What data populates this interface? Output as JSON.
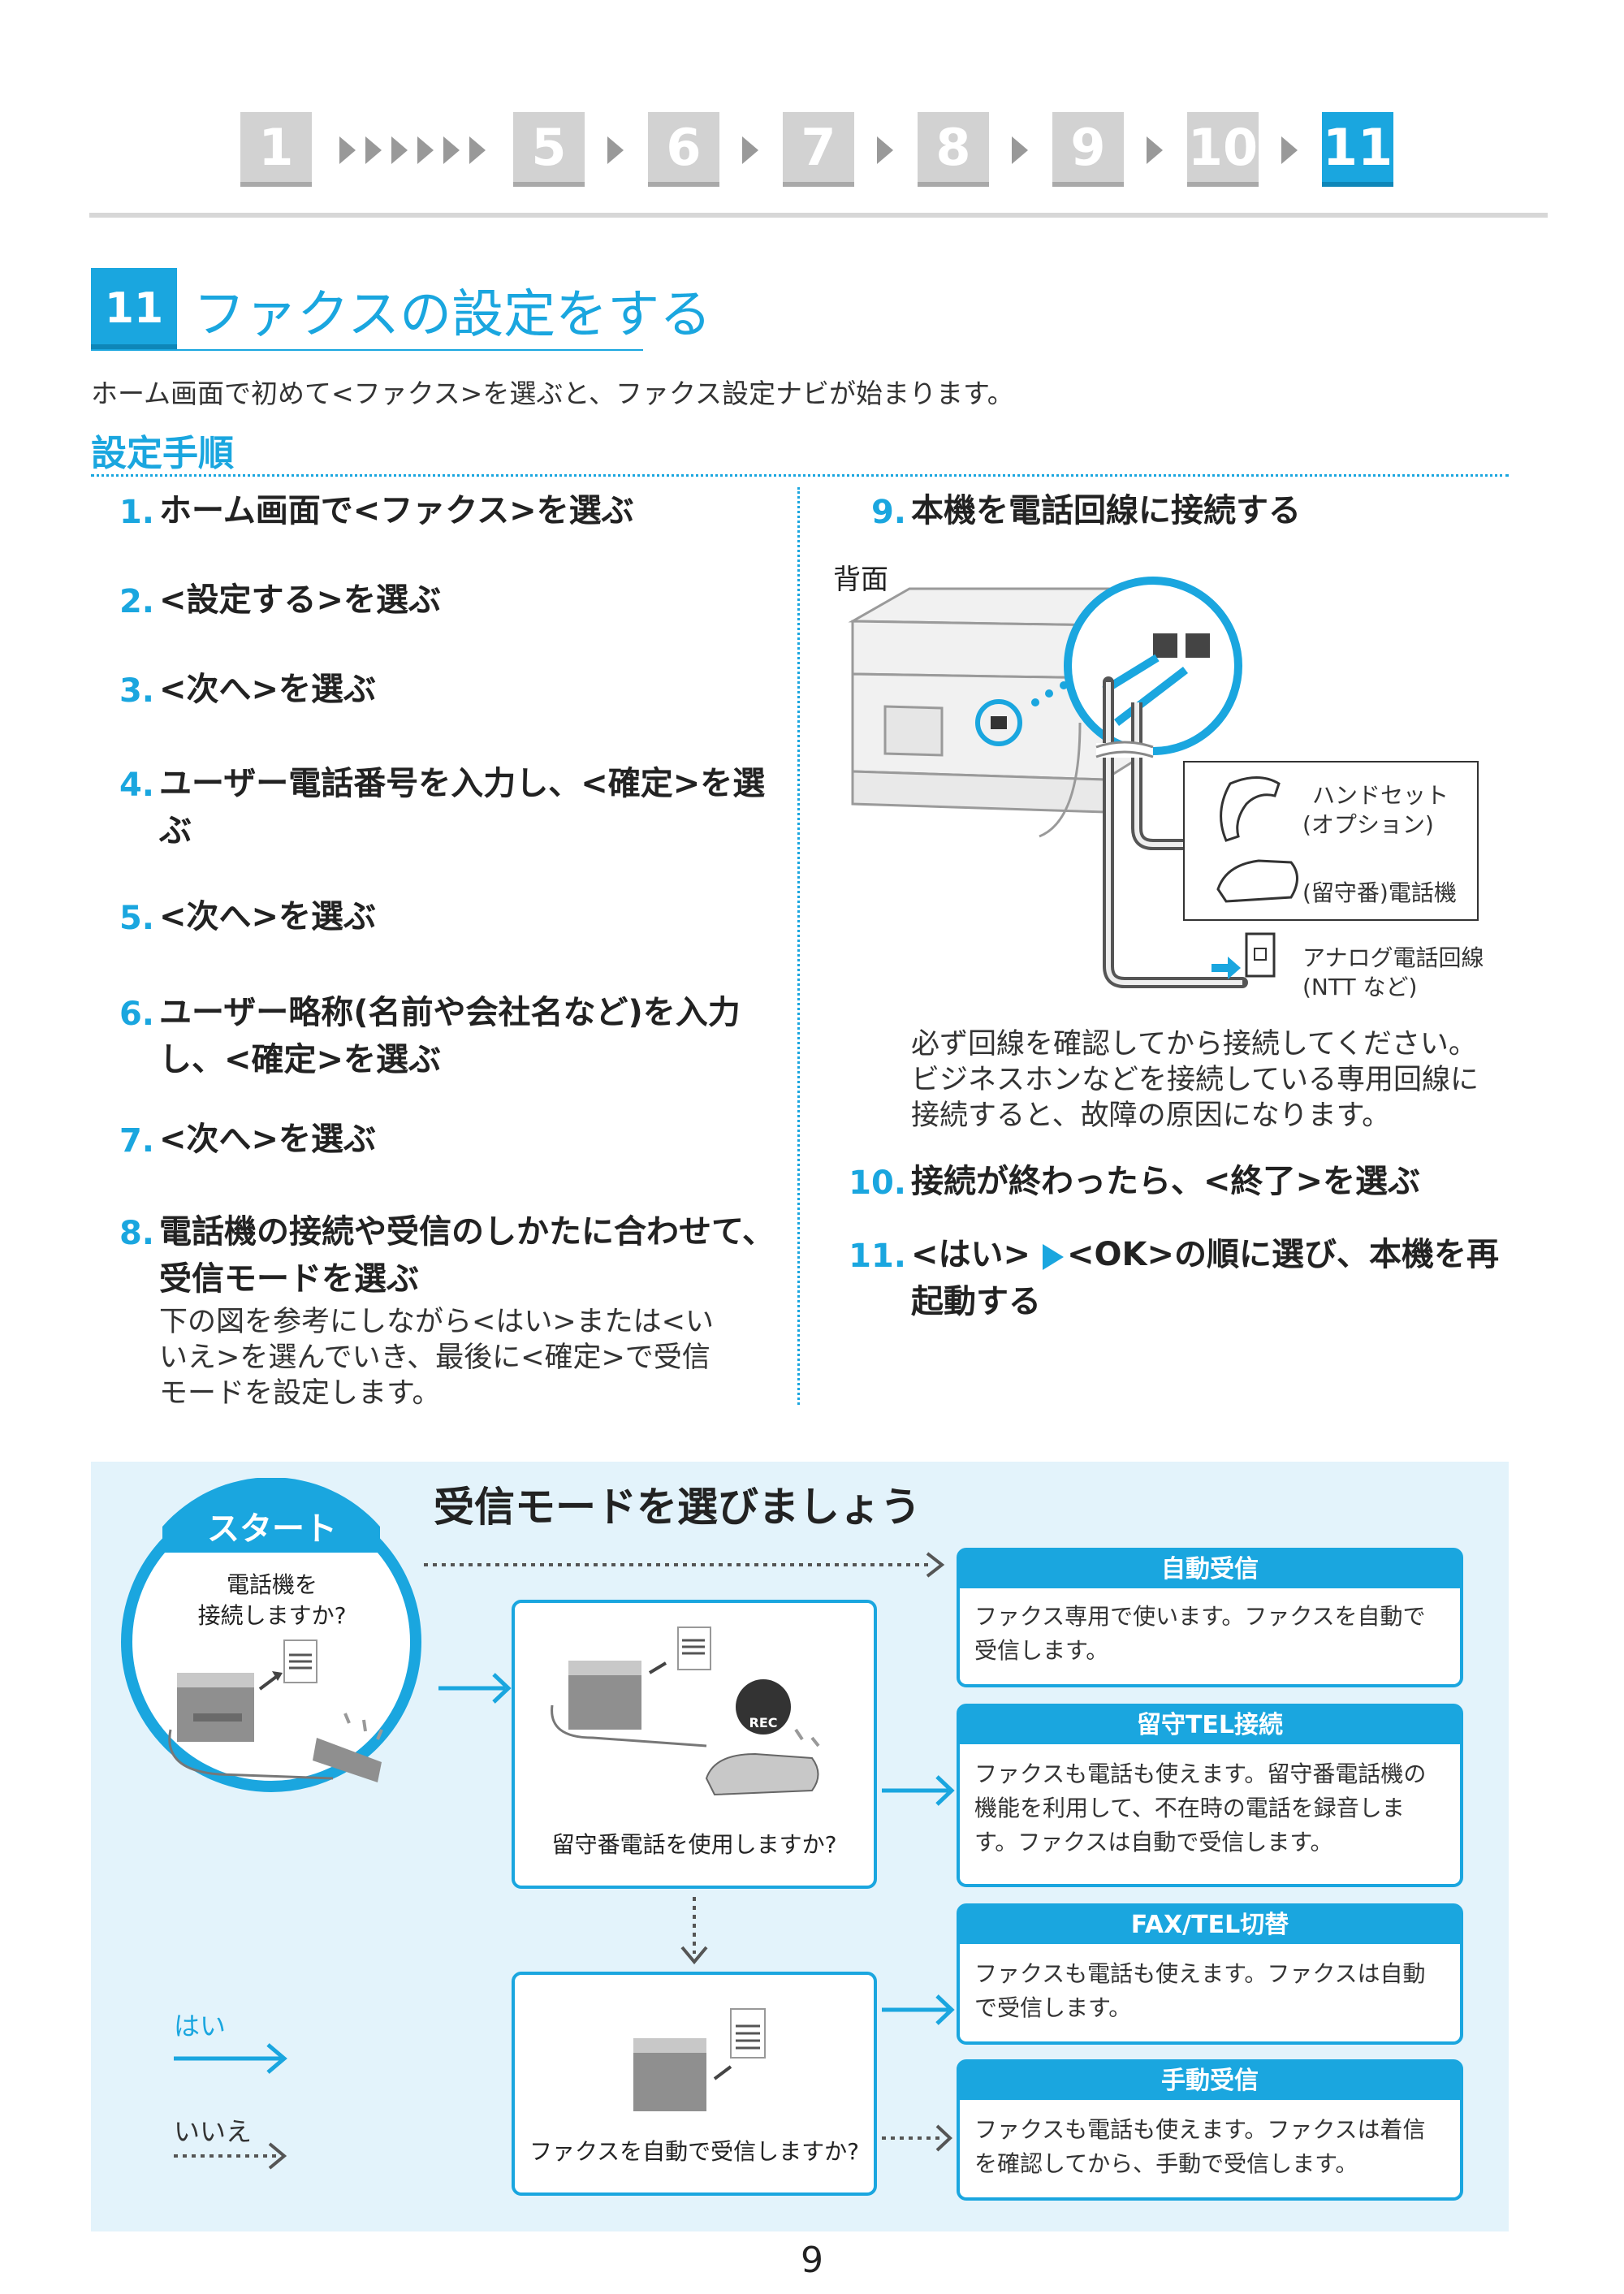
{
  "nav": {
    "steps": [
      "1",
      "5",
      "6",
      "7",
      "8",
      "9",
      "10",
      "11"
    ],
    "active": "11"
  },
  "header": {
    "step_number": "11",
    "title": "ファクスの設定をする",
    "intro": "ホーム画面で初めて<ファクス>を選ぶと、ファクス設定ナビが始まります。"
  },
  "procedure": {
    "heading": "設定手順",
    "left_steps": [
      {
        "num": "1.",
        "text": "ホーム画面で<ファクス>を選ぶ"
      },
      {
        "num": "2.",
        "text": "<設定する>を選ぶ"
      },
      {
        "num": "3.",
        "text": "<次へ>を選ぶ"
      },
      {
        "num": "4.",
        "text_line1": "ユーザー電話番号を入力し、<確定>を選",
        "text_line2": "ぶ"
      },
      {
        "num": "5.",
        "text": "<次へ>を選ぶ"
      },
      {
        "num": "6.",
        "text_line1": "ユーザー略称(名前や会社名など)を入力",
        "text_line2": "し、<確定>を選ぶ"
      },
      {
        "num": "7.",
        "text": "<次へ>を選ぶ"
      },
      {
        "num": "8.",
        "text_line1": "電話機の接続や受信のしかたに合わせて、",
        "text_line2": "受信モードを選ぶ",
        "note_lines": [
          "下の図を参考にしながら<はい>または<い",
          "いえ>を選んでいき、最後に<確定>で受信",
          "モードを設定します。"
        ]
      }
    ],
    "right_steps": {
      "step9": {
        "num": "9.",
        "text": "本機を電話回線に接続する"
      },
      "back_label": "背面",
      "handset_label_1": "ハンドセット",
      "handset_label_2": "(オプション)",
      "phone_label": "(留守番)電話機",
      "line_label_1": "アナログ電話回線",
      "line_label_2": "(NTT など)",
      "caution_lines": [
        "必ず回線を確認してから接続してください。",
        "ビジネスホンなどを接続している専用回線に",
        "接続すると、故障の原因になります。"
      ],
      "step10": {
        "num": "10.",
        "text": "接続が終わったら、<終了>を選ぶ"
      },
      "step11": {
        "num": "11.",
        "text_a": "<はい>",
        "text_b": "<OK>の順に選び、本機を再",
        "text_line2": "起動する"
      }
    }
  },
  "flow": {
    "title": "受信モードを選びましょう",
    "start_label": "スタート",
    "q1_line1": "電話機を",
    "q1_line2": "接続しますか?",
    "q2": "留守番電話を使用しますか?",
    "q3": "ファクスを自動で受信しますか?",
    "rec_label": "REC",
    "legend_yes": "はい",
    "legend_no": "いいえ",
    "modes": [
      {
        "name": "自動受信",
        "lines": [
          "ファクス専用で使います。ファクスを自動で",
          "受信します。"
        ]
      },
      {
        "name": "留守TEL接続",
        "lines": [
          "ファクスも電話も使えます。留守番電話機の",
          "機能を利用して、不在時の電話を録音しま",
          "す。ファクスは自動で受信します。"
        ]
      },
      {
        "name": "FAX/TEL切替",
        "lines": [
          "ファクスも電話も使えます。ファクスは自動",
          "で受信します。"
        ]
      },
      {
        "name": "手動受信",
        "lines": [
          "ファクスも電話も使えます。ファクスは着信",
          "を確認してから、手動で受信します。"
        ]
      }
    ]
  },
  "footer": {
    "page_number": "9"
  },
  "colors": {
    "accent": "#1aa6df",
    "step_inactive": "#d2d2d2",
    "flow_bg": "#e3f3fb"
  }
}
